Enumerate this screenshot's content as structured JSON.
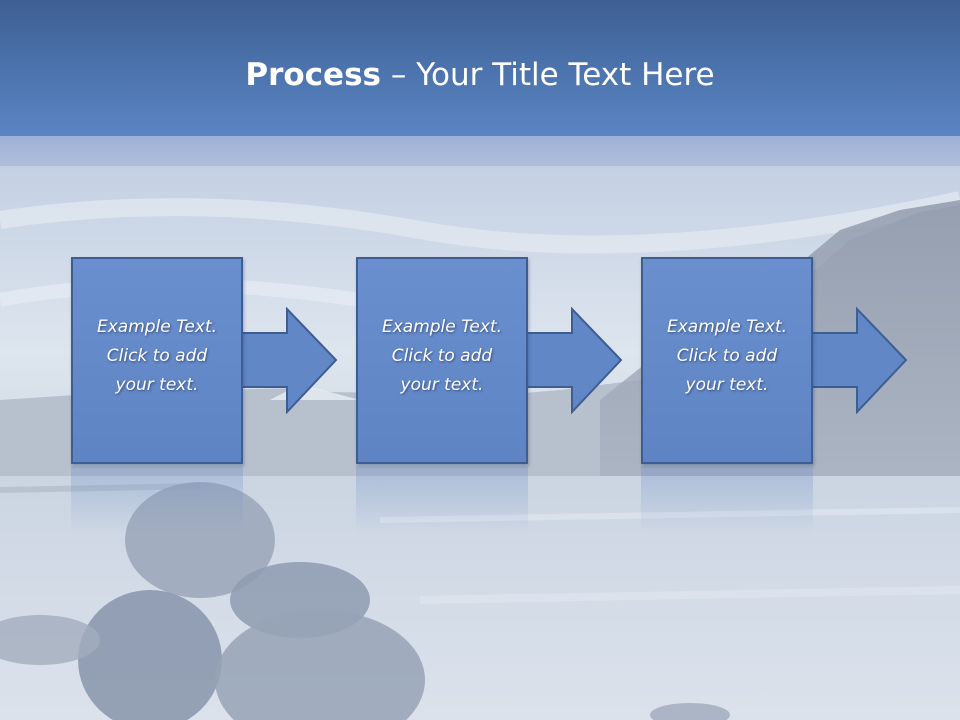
{
  "title": {
    "bold": "Process",
    "rest": " – Your Title Text Here"
  },
  "steps": [
    {
      "text": "Example Text.\nClick  to add\nyour text."
    },
    {
      "text": "Example Text.\nClick  to add\nyour text."
    },
    {
      "text": "Example Text.\nClick  to add\nyour text."
    }
  ],
  "colors": {
    "title_band": "#4a71aa",
    "box_fill": "#6a8fce",
    "box_border": "#3e5d92"
  },
  "icons": [
    "arrow-right-icon"
  ]
}
